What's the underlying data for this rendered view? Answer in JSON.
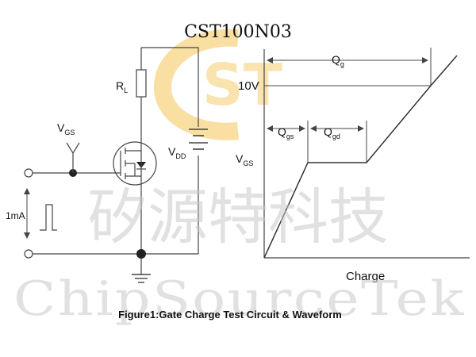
{
  "part_number": "CST100N03",
  "circuit": {
    "rl": {
      "main": "R",
      "sub": "L"
    },
    "vgs_input": {
      "main": "V",
      "sub": "GS"
    },
    "vdd": {
      "main": "V",
      "sub": "DD"
    },
    "pulse": "1mA"
  },
  "waveform": {
    "level": "10V",
    "qg": {
      "main": "Q",
      "sub": "g"
    },
    "qgs": {
      "main": "Q",
      "sub": "gs"
    },
    "qgd": {
      "main": "Q",
      "sub": "gd"
    },
    "y_axis": {
      "main": "V",
      "sub": "GS"
    },
    "x_axis": "Charge"
  },
  "caption": "Figure1:Gate Charge Test Circuit & Waveform",
  "watermark": {
    "chinese": "矽源特科技",
    "english": "ChipSourceTek",
    "logo_letters": "ST",
    "logo_color": "#f6d27a"
  }
}
